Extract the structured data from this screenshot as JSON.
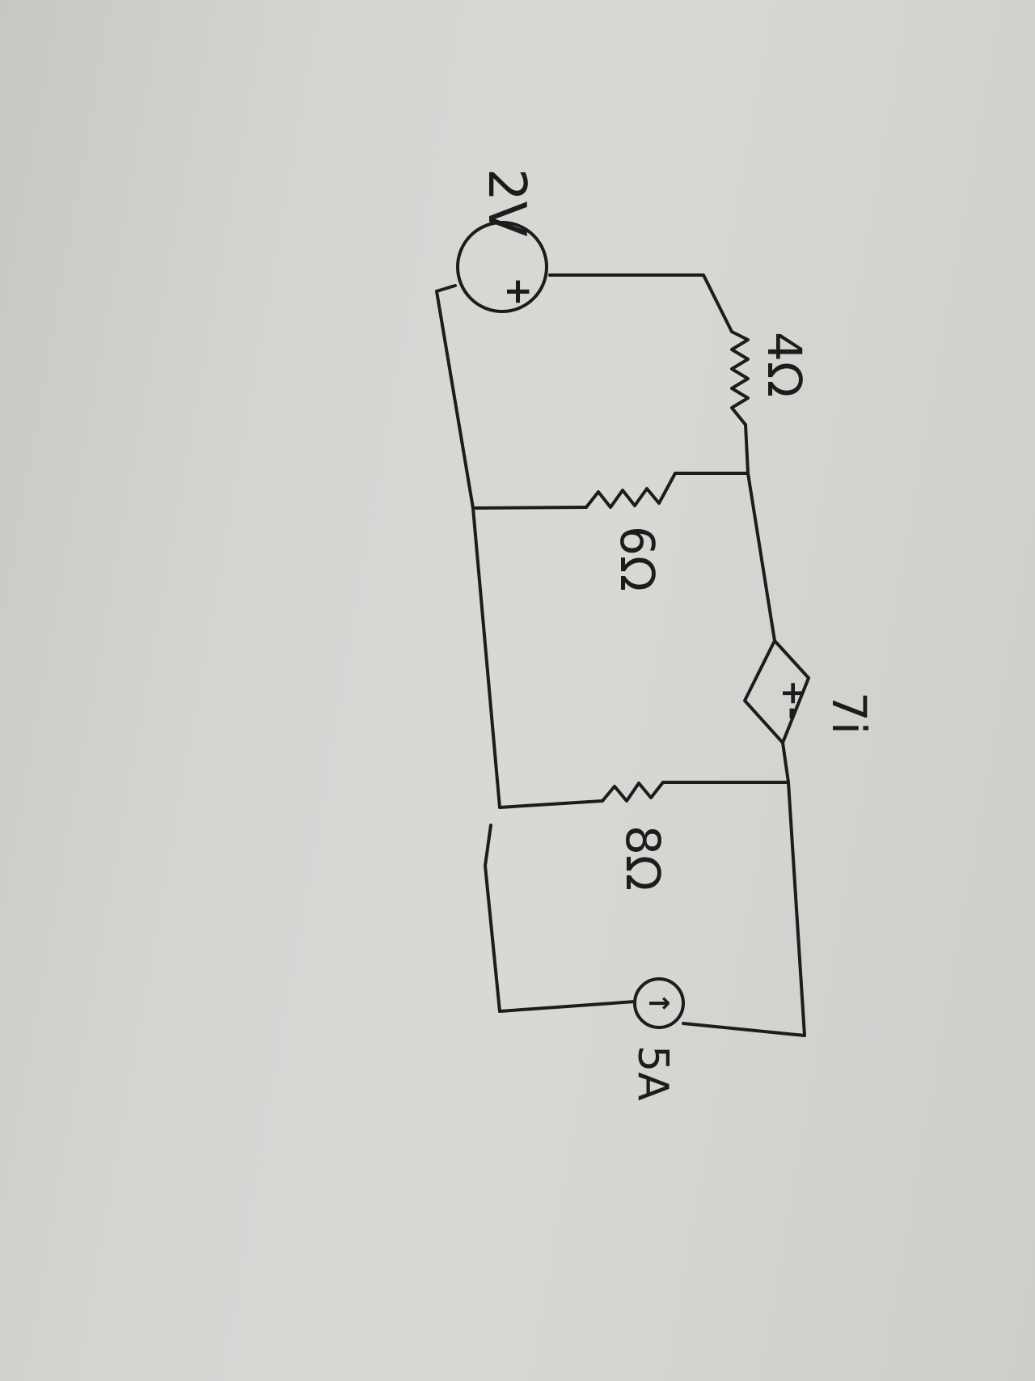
{
  "diagram": {
    "voltage_source": {
      "label": "2V",
      "symbol": "+",
      "icon": "voltage-source-icon"
    },
    "resistor_top": {
      "label": "4Ω",
      "icon": "resistor-icon"
    },
    "resistor_middle": {
      "label": "6Ω",
      "icon": "resistor-icon"
    },
    "resistor_bottom": {
      "label": "8Ω",
      "icon": "resistor-icon"
    },
    "dependent_source": {
      "label": "7i",
      "symbol": "+-",
      "icon": "dependent-voltage-source-icon"
    },
    "current_source": {
      "label": "5A",
      "symbol": "↑",
      "icon": "current-source-icon"
    },
    "colors": {
      "ink": "#1c1c1c",
      "paper": "#d6d4d1"
    }
  }
}
